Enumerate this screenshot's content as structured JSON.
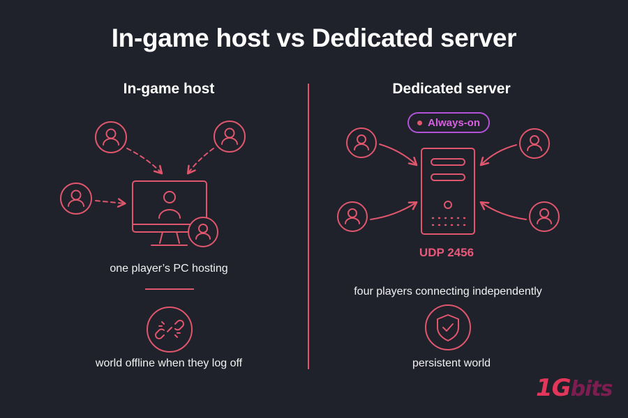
{
  "title": "In-game host vs Dedicated server",
  "left": {
    "heading": "In-game host",
    "caption_host": "one player’s PC hosting",
    "caption_offline": "world offline when they log off",
    "icons": [
      "user-icon",
      "monitor-icon",
      "broken-link-icon"
    ]
  },
  "right": {
    "heading": "Dedicated server",
    "badge": "Always-on",
    "port": "UDP 2456",
    "caption_players": "four players connecting independently",
    "caption_persistent": "persistent world",
    "icons": [
      "user-icon",
      "server-icon",
      "shield-check-icon"
    ]
  },
  "logo": {
    "num": "1G",
    "word": "bits"
  },
  "colors": {
    "background": "#1f222b",
    "accent": "#e0566d",
    "badge": "#b352d6"
  }
}
